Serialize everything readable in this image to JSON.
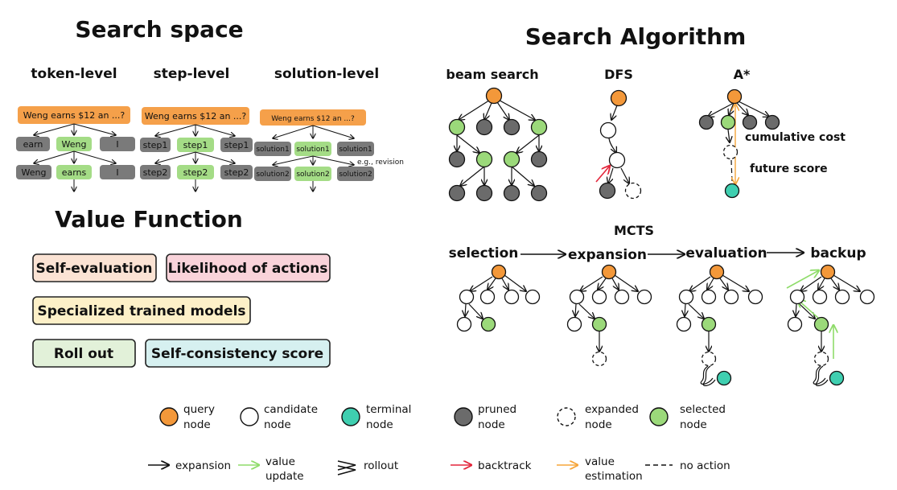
{
  "search_space": {
    "title": "Search space",
    "columns": [
      {
        "title": "token-level",
        "query": "Weng earns $12 an ...?",
        "level1": [
          "earn",
          "Weng",
          "I"
        ],
        "level2": [
          "Weng",
          "earns",
          "I"
        ]
      },
      {
        "title": "step-level",
        "query": "Weng earns $12 an ...?",
        "level1": [
          "step1",
          "step1",
          "step1"
        ],
        "level2": [
          "step2",
          "step2",
          "step2"
        ]
      },
      {
        "title": "solution-level",
        "query": "Weng earns $12 an ...?",
        "level1": [
          "solution1",
          "solution1",
          "solution1"
        ],
        "level2": [
          "solution2",
          "solution2",
          "solution2"
        ],
        "note": "e.g., revision"
      }
    ]
  },
  "value_function": {
    "title": "Value Function",
    "items": [
      {
        "label": "Self-evaluation",
        "color": "#fbe3d4"
      },
      {
        "label": "Likelihood of actions",
        "color": "#f9d3da"
      },
      {
        "label": "Specialized trained models",
        "color": "#fdf0c8"
      },
      {
        "label": "Roll out",
        "color": "#e2f1d9"
      },
      {
        "label": "Self-consistency score",
        "color": "#d6f0f0"
      }
    ]
  },
  "search_algorithm": {
    "title": "Search Algorithm",
    "beam": "beam search",
    "dfs": "DFS",
    "astar": "A*",
    "astar_cost": "cumulative cost",
    "astar_future": "future score",
    "mcts": {
      "title": "MCTS",
      "stages": [
        "selection",
        "expansion",
        "evaluation",
        "backup"
      ]
    }
  },
  "legend": {
    "nodes": [
      {
        "l1": "query",
        "l2": "node",
        "kind": "query"
      },
      {
        "l1": "candidate",
        "l2": "node",
        "kind": "candidate"
      },
      {
        "l1": "terminal",
        "l2": "node",
        "kind": "terminal"
      },
      {
        "l1": "pruned",
        "l2": "node",
        "kind": "pruned"
      },
      {
        "l1": "expanded",
        "l2": "node",
        "kind": "expanded"
      },
      {
        "l1": "selected",
        "l2": "node",
        "kind": "selected"
      }
    ],
    "edges": [
      {
        "l1": "expansion",
        "l2": "",
        "kind": "expansion"
      },
      {
        "l1": "value",
        "l2": "update",
        "kind": "value-update"
      },
      {
        "l1": "rollout",
        "l2": "",
        "kind": "rollout"
      },
      {
        "l1": "backtrack",
        "l2": "",
        "kind": "backtrack"
      },
      {
        "l1": "value",
        "l2": "estimation",
        "kind": "value-estimation"
      },
      {
        "l1": "no action",
        "l2": "",
        "kind": "no-action"
      }
    ]
  },
  "colors": {
    "query": "#f3983a",
    "selected": "#9bd97a",
    "pruned": "#6b6b6b",
    "terminal": "#3fcfb0",
    "backtrack": "#e3263b",
    "value_update": "#8fdc6a",
    "value_estimation": "#f6a53a",
    "box_query": "#f5a04a",
    "box_selected": "#a4dc86",
    "box_pruned": "#7a7a7a"
  }
}
